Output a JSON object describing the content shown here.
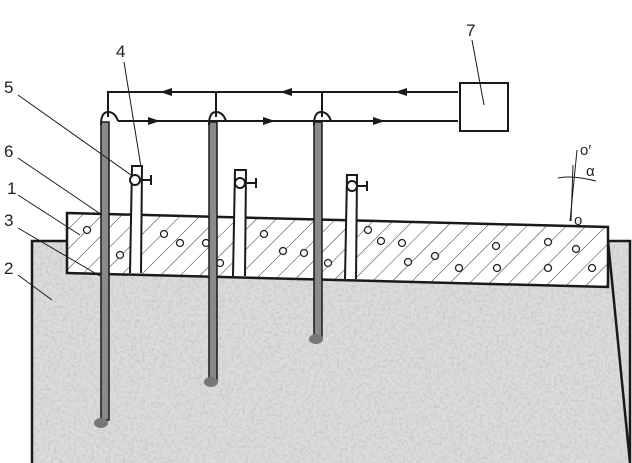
{
  "labels": {
    "slab": "1",
    "soil": "2",
    "pipe": "3",
    "riser": "4",
    "valve": "5",
    "casing": "6",
    "unit": "7"
  },
  "angle": {
    "axis_top": "o′",
    "axis_base": "o",
    "angle_symbol": "α"
  },
  "colors": {
    "line": "#1a1a1a",
    "soil": "#b8b8b8",
    "pipe_fill": "#8a8a8a"
  }
}
